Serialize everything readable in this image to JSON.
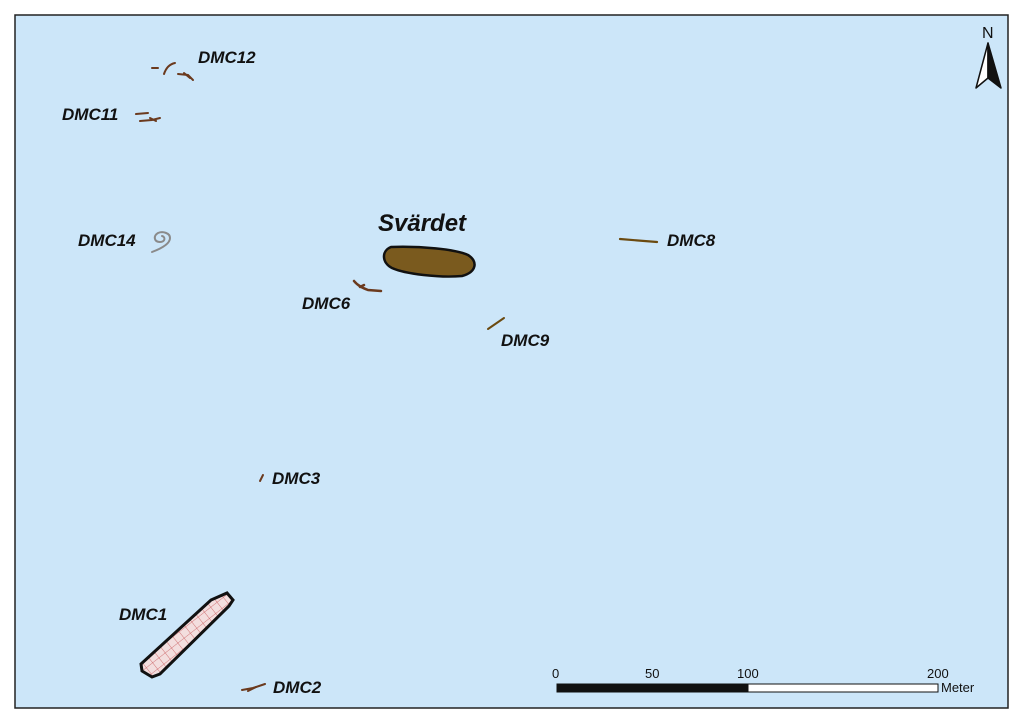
{
  "map": {
    "background_color": "#cce6f9",
    "site_labels": {
      "dmc12": "DMC12",
      "dmc11": "DMC11",
      "dmc14": "DMC14",
      "svardet": "Svärdet",
      "dmc8": "DMC8",
      "dmc6": "DMC6",
      "dmc9": "DMC9",
      "dmc3": "DMC3",
      "dmc1": "DMC1",
      "dmc2": "DMC2"
    },
    "north_arrow": {
      "label": "N",
      "icon": "north-arrow-icon"
    },
    "scale_bar": {
      "ticks": [
        "0",
        "50",
        "100",
        "200"
      ],
      "unit": "Meter"
    },
    "colors": {
      "wreck_fill": "#7a5a1e",
      "debris": "#6b3a1e",
      "coil": "#8a8a8a",
      "dmc1_fill": "#f3dede",
      "dmc1_grid": "#c8585a"
    }
  }
}
